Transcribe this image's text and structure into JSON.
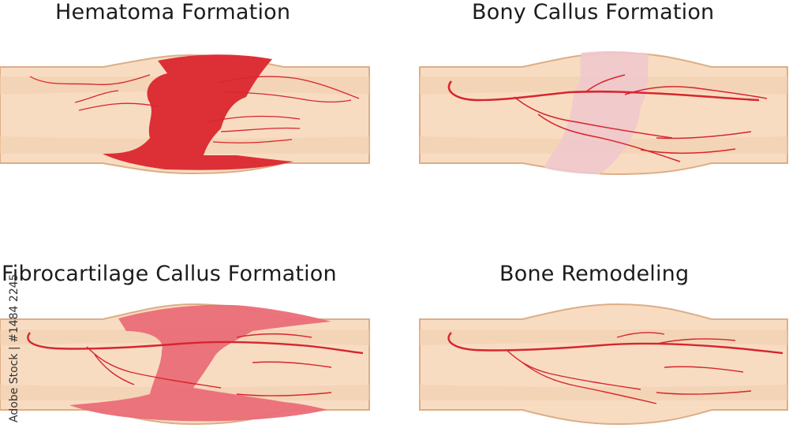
{
  "diagram": {
    "titles": {
      "hematoma": "Hematoma Formation",
      "bony_callus": "Bony Callus Formation",
      "fibrocartilage": "Fibrocartilage Callus Formation",
      "remodeling": "Bone Remodeling"
    },
    "colors": {
      "bone_light": "#f8dcc2",
      "bone_mid": "#efc9a6",
      "bone_outline": "#dcae86",
      "vessel": "#d6262d",
      "hematoma": "#dc3036",
      "bony_callus": "#f0c8cc",
      "fibrocartilage": "#ea6d78"
    },
    "watermark": "Adobe Stock | #1484 2245"
  }
}
